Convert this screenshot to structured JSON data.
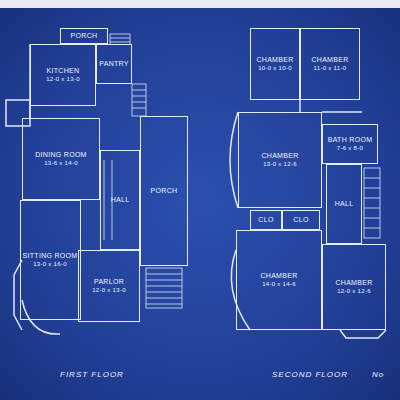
{
  "diagram": {
    "nodes": [
      {
        "text": [
          "PORCH"
        ]
      },
      {
        "text": [
          "KITCHEN",
          "12-0 x 13-0"
        ]
      },
      {
        "text": [
          "PANTRY"
        ]
      },
      {
        "text": [
          "DINING ROOM",
          "13-6 x 14-0"
        ]
      },
      {
        "text": [
          "PORCH"
        ]
      },
      {
        "text": [
          "HALL"
        ]
      },
      {
        "text": [
          "SITTING ROOM",
          "13-0 x 16-0"
        ]
      },
      {
        "text": [
          "PARLOR",
          "12-0 x 13-0"
        ]
      },
      {
        "text": [
          "CHAMBER",
          "10-0 x 10-0"
        ]
      },
      {
        "text": [
          "CHAMBER",
          "11-0 x 11-0"
        ]
      },
      {
        "text": [
          "CHAMBER",
          "13-0 x 12-6"
        ]
      },
      {
        "text": [
          "BATH ROOM",
          "7-6 x 8-0"
        ]
      },
      {
        "text": [
          "HALL"
        ]
      },
      {
        "text": [
          "CLO"
        ]
      },
      {
        "text": [
          "CLO"
        ]
      },
      {
        "text": [
          "CHAMBER",
          "14-0 x 14-6"
        ]
      },
      {
        "text": [
          "CHAMBER",
          "12-0 x 12-6"
        ]
      }
    ],
    "labels": [
      "FIRST FLOOR",
      "SECOND FLOOR",
      "No"
    ]
  }
}
